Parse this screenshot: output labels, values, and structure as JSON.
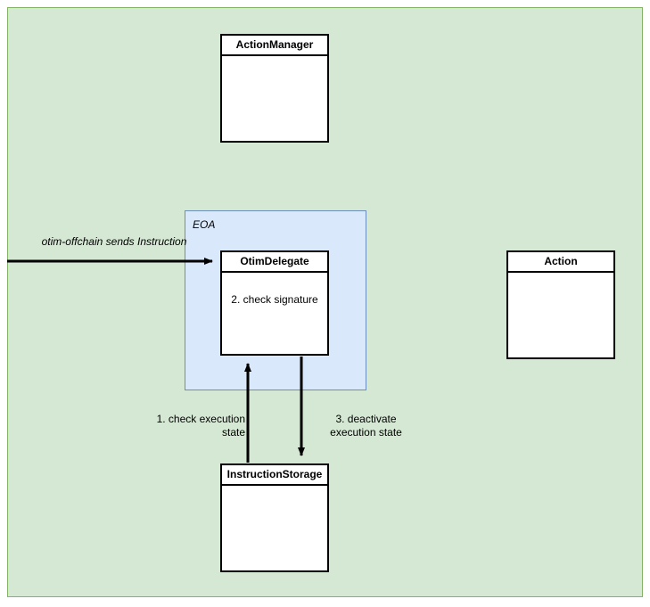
{
  "diagram": {
    "type": "uml-class-interaction-diagram",
    "background_color": "#ffffff",
    "containers": [
      {
        "id": "onchain",
        "label": "",
        "fill": "#d5e8d4",
        "stroke": "#82b366"
      },
      {
        "id": "eoa",
        "label": "EOA",
        "fill": "#dae8fc",
        "stroke": "#6c8ebf"
      }
    ],
    "nodes": {
      "action_manager": {
        "title": "ActionManager",
        "body": ""
      },
      "otim_delegate": {
        "title": "OtimDelegate",
        "body": "2. check signature"
      },
      "instruction_storage": {
        "title": "InstructionStorage",
        "body": ""
      },
      "action": {
        "title": "Action",
        "body": ""
      }
    },
    "edges": {
      "incoming_instruction": {
        "label": "otim-offchain sends Instruction",
        "from": "otim-offchain",
        "to": "OtimDelegate",
        "style": "italic"
      },
      "check_execution_state": {
        "label": "1. check execution\nstate",
        "from": "InstructionStorage",
        "to": "OtimDelegate"
      },
      "deactivate_execution_state": {
        "label": "3. deactivate\nexecution state",
        "from": "OtimDelegate",
        "to": "InstructionStorage"
      }
    },
    "colors": {
      "green_fill": "#d5e8d4",
      "green_stroke": "#82b366",
      "blue_fill": "#dae8fc",
      "blue_stroke": "#6c8ebf",
      "node_fill": "#ffffff",
      "node_stroke": "#000000",
      "edge_stroke": "#000000"
    }
  }
}
